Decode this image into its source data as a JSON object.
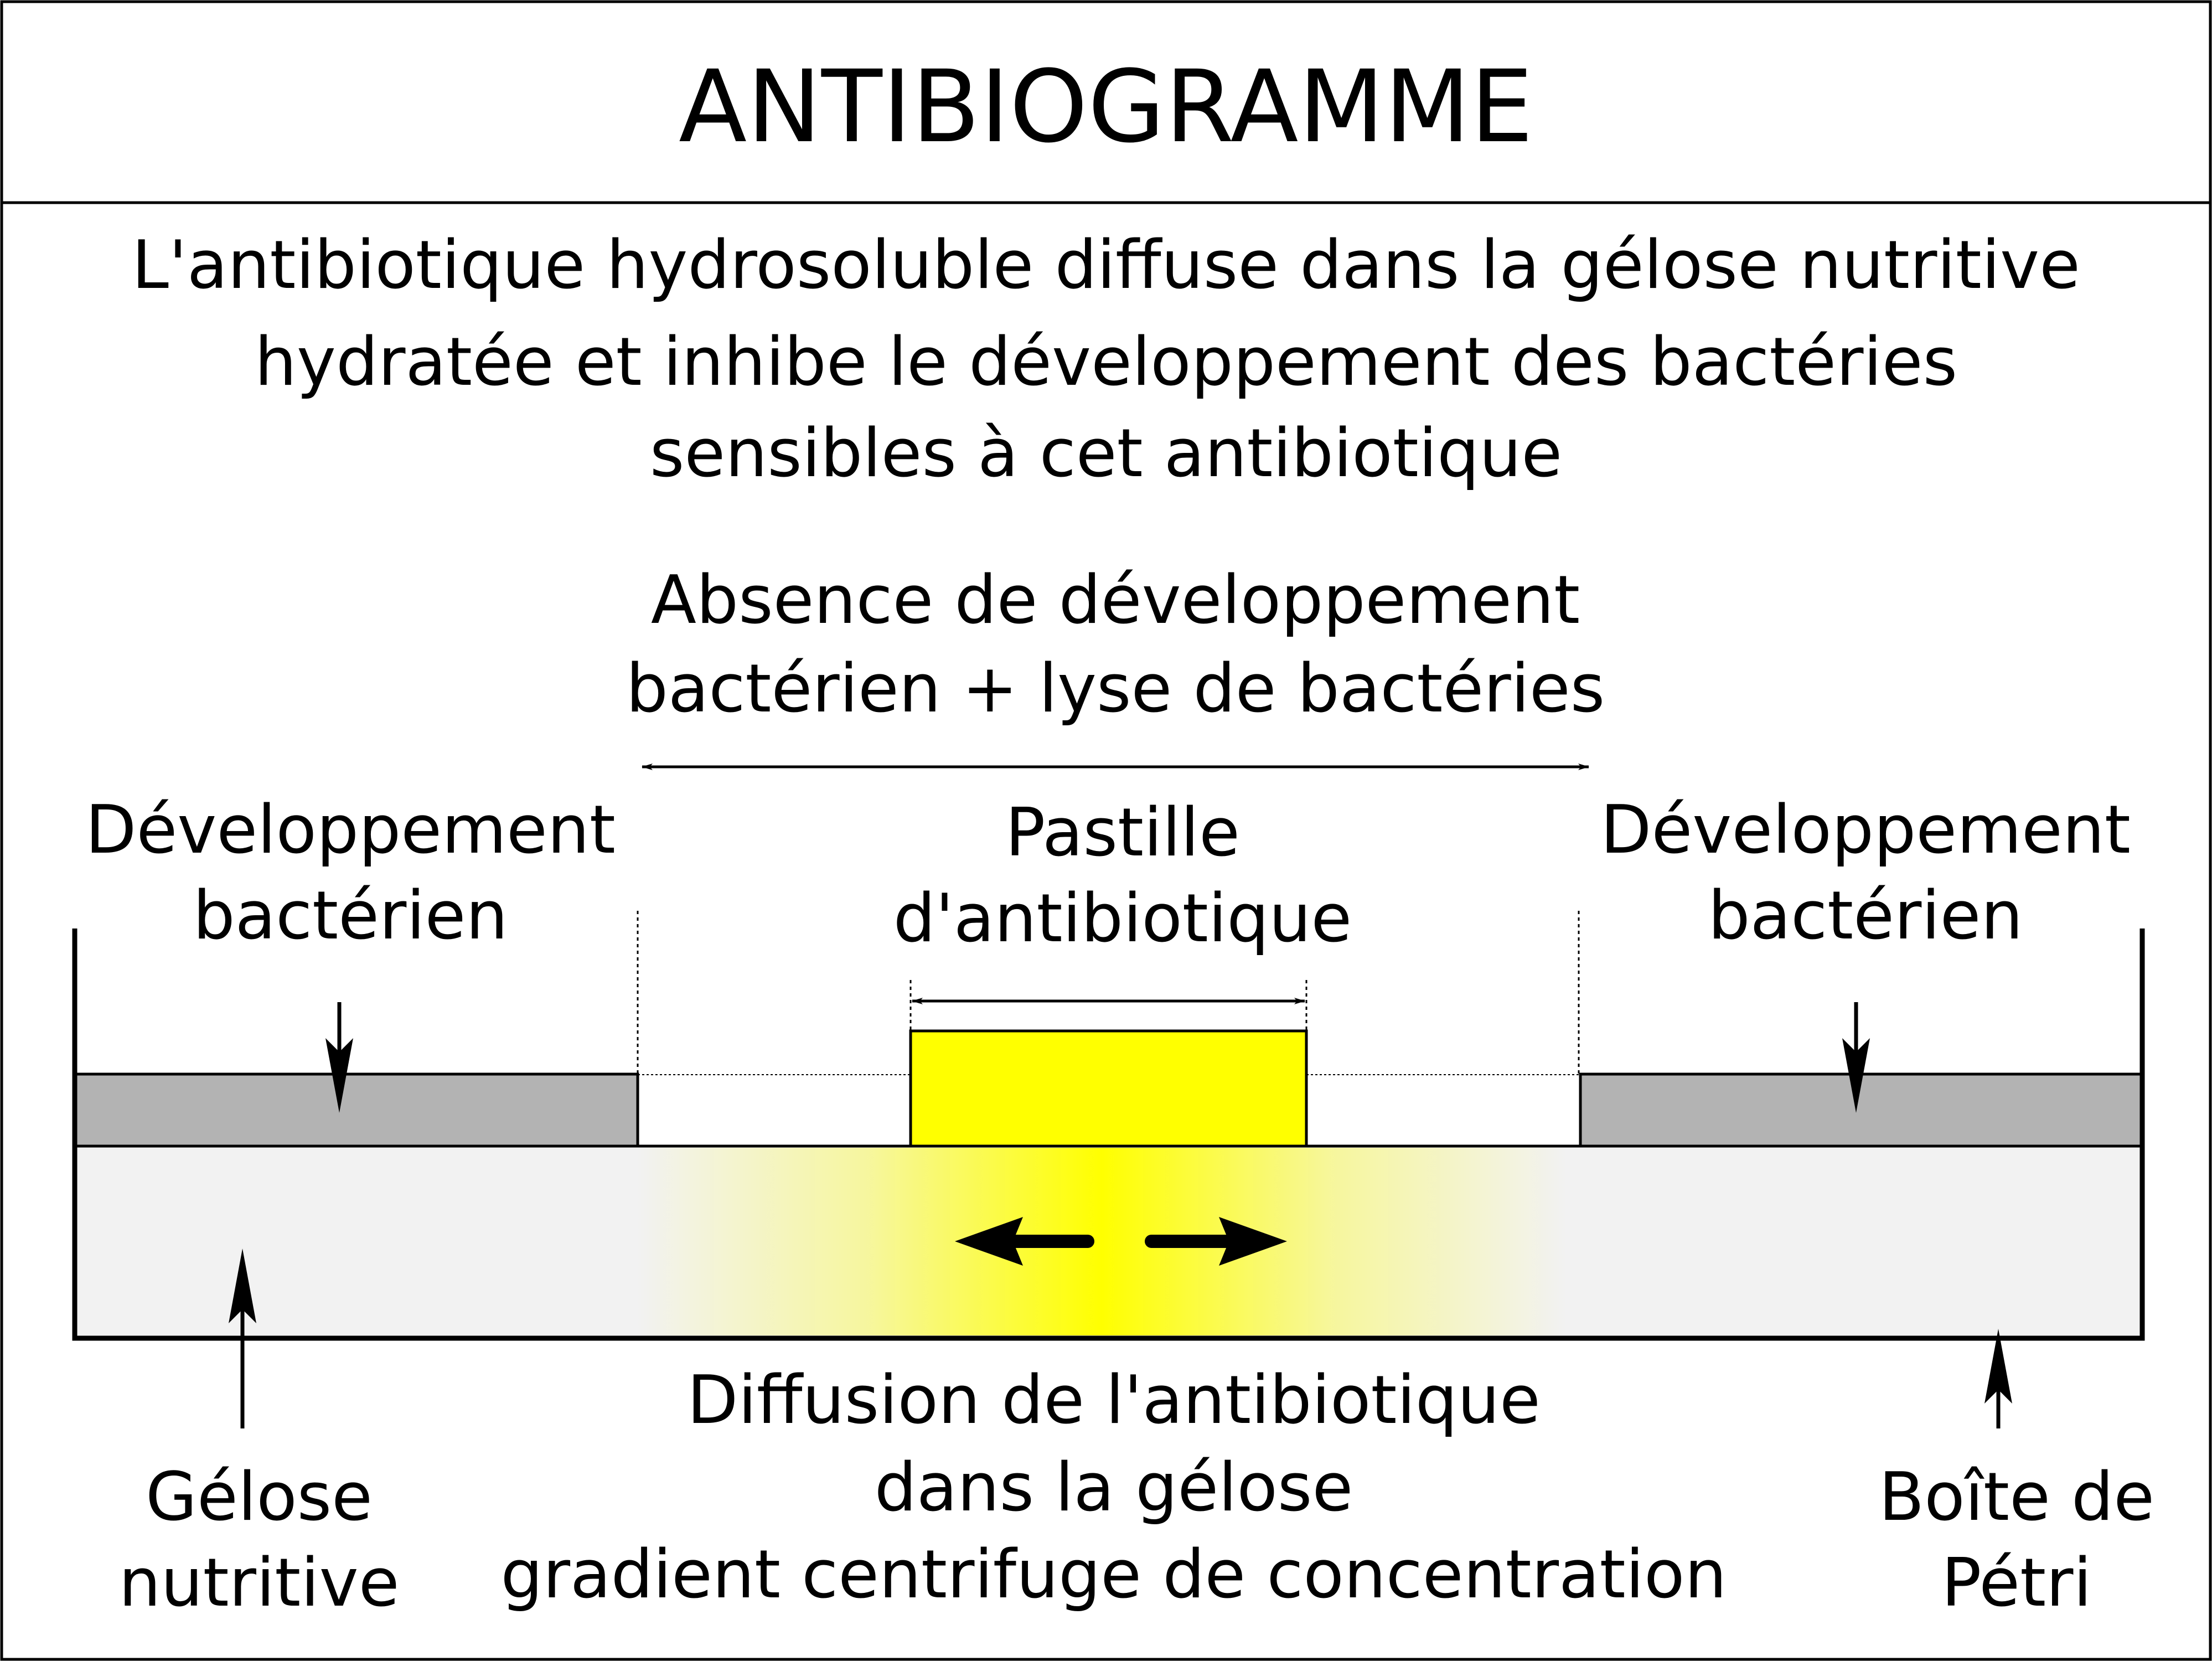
{
  "title": "ANTIBIOGRAMME",
  "description": [
    "L'antibiotique hydrosoluble diffuse dans la gélose nutritive",
    "hydratée et inhibe le développement des bactéries",
    "sensibles à cet antibiotique"
  ],
  "labels": {
    "absence": [
      "Absence de développement",
      "bactérien + lyse de bactéries"
    ],
    "dev_left": [
      "Développement",
      "bactérien"
    ],
    "dev_right": [
      "Développement",
      "bactérien"
    ],
    "pastille": [
      "Pastille",
      "d'antibiotique"
    ],
    "diffusion": [
      "Diffusion de l'antibiotique",
      "dans la gélose",
      "gradient centrifuge de concentration"
    ],
    "gelose": [
      "Gélose",
      "nutritive"
    ],
    "boite": [
      "Boîte de",
      "Pétri"
    ]
  },
  "colors": {
    "bacteria_layer": "#b3b3b3",
    "agar": "#f2f2f2",
    "pastille": "#ffff00",
    "diffusion_center": "#ffff00",
    "outline": "#000000"
  }
}
